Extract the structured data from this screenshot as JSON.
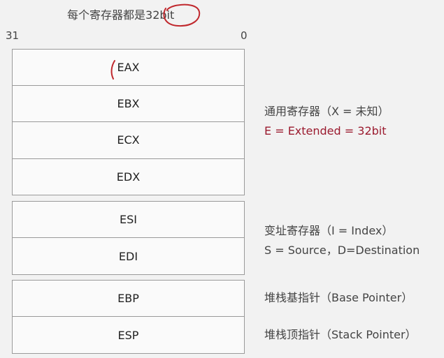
{
  "header": {
    "prefix": "每个寄存器都是",
    "highlight": "32bit"
  },
  "bits": {
    "left": "31",
    "right": "0"
  },
  "groups": [
    {
      "registers": [
        "EAX",
        "EBX",
        "ECX",
        "EDX"
      ]
    },
    {
      "registers": [
        "ESI",
        "EDI"
      ]
    },
    {
      "registers": [
        "EBP",
        "ESP"
      ]
    }
  ],
  "notes": {
    "general_title": "通用寄存器（X = 未知）",
    "general_detail": "E = Extended = 32bit",
    "index_title": "变址寄存器（I = Index）",
    "index_detail": "S = Source，D=Destination",
    "ebp_note": "堆栈基指针（Base Pointer）",
    "esp_note": "堆栈顶指针（Stack Pointer）"
  },
  "colors": {
    "accent": "#9b1b2f",
    "border": "#9a9a9a",
    "annotation_red": "#c0282d"
  }
}
